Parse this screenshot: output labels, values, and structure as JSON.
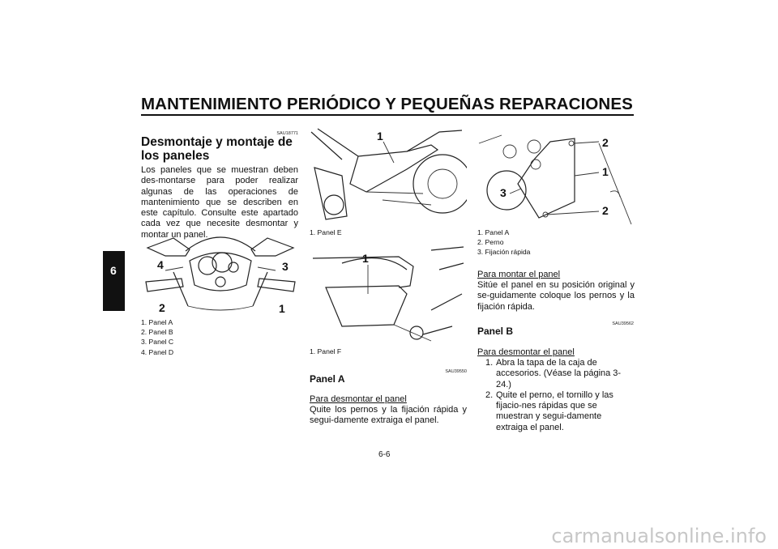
{
  "header": {
    "title": "MANTENIMIENTO PERIÓDICO Y PEQUEÑAS REPARACIONES",
    "chapter": "6"
  },
  "col1": {
    "code": "SAU18771",
    "heading": "Desmontaje y montaje de los paneles",
    "body": "Los paneles que se muestran deben des-montarse para poder realizar algunas de las operaciones de mantenimiento que se describen en este capítulo. Consulte este apartado cada vez que necesite desmontar y montar un panel.",
    "figure_labels": [
      "4",
      "3",
      "2",
      "1"
    ],
    "captions": [
      "1. Panel A",
      "2. Panel B",
      "3. Panel C",
      "4. Panel D"
    ]
  },
  "col2": {
    "fig1_label": "1",
    "fig1_caption": "1. Panel E",
    "fig2_label": "1",
    "fig2_caption": "1. Panel F",
    "code": "SAU39550",
    "heading": "Panel A",
    "subheading": "Para desmontar el panel",
    "body": "Quite los pernos y la fijación rápida y segui-damente extraiga el panel."
  },
  "col3": {
    "figure_labels": [
      "2",
      "1",
      "3",
      "2"
    ],
    "captions": [
      "1. Panel A",
      "2. Perno",
      "3. Fijación rápida"
    ],
    "subheading1": "Para montar el panel",
    "body1": "Sitúe el panel en su posición original y se-guidamente coloque los pernos y la fijación rápida.",
    "code": "SAU39562",
    "heading": "Panel B",
    "subheading2": "Para desmontar el panel",
    "steps": [
      {
        "num": "1.",
        "text": "Abra la tapa de la caja de accesorios. (Véase la página 3-24.)"
      },
      {
        "num": "2.",
        "text": "Quite el perno, el tornillo y las fijacio-nes rápidas que se muestran y segui-damente extraiga el panel."
      }
    ]
  },
  "footer": {
    "page": "6-6",
    "watermark": "carmanualsonline.info"
  }
}
